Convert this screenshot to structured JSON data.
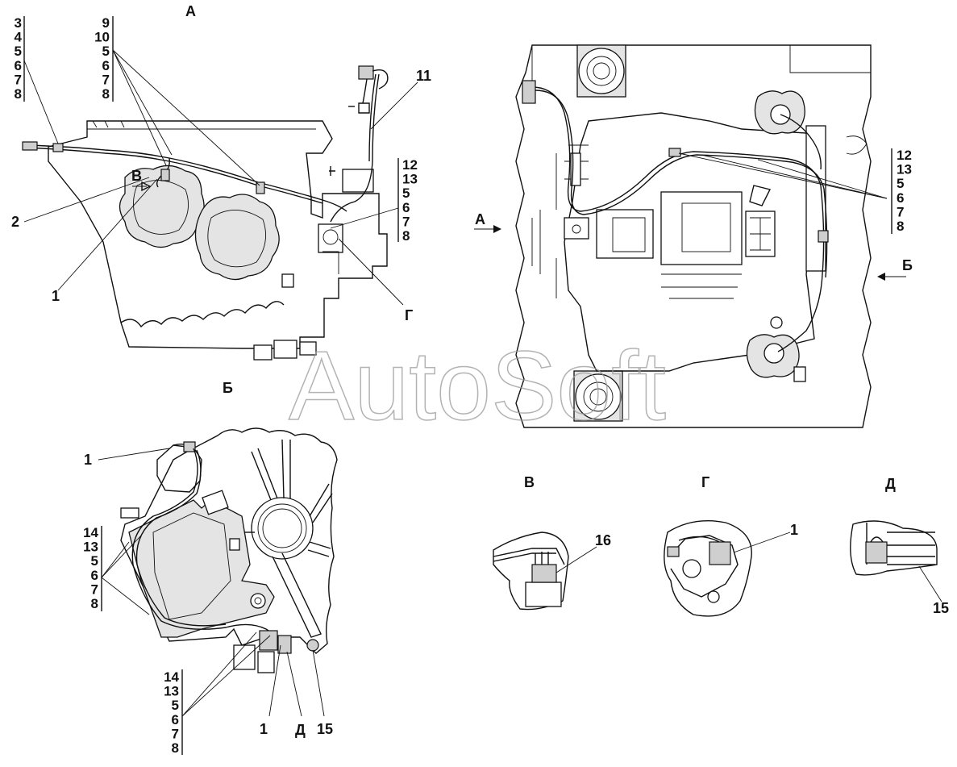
{
  "watermark": "AutoSoft",
  "views": {
    "A": "А",
    "B": "Б",
    "V": "В",
    "G": "Г",
    "D": "Д"
  },
  "label_stacks": {
    "top_left_1": [
      "3",
      "4",
      "5",
      "6",
      "7",
      "8"
    ],
    "top_left_2": [
      "9",
      "10",
      "5",
      "6",
      "7",
      "8"
    ],
    "top_left_right": [
      "12",
      "13",
      "5",
      "6",
      "7",
      "8"
    ],
    "top_right": [
      "12",
      "13",
      "5",
      "6",
      "7",
      "8"
    ],
    "bottom_left_mid": [
      "14",
      "13",
      "5",
      "6",
      "7",
      "8"
    ],
    "bottom_left_low": [
      "14",
      "13",
      "5",
      "6",
      "7",
      "8"
    ]
  },
  "callouts": {
    "n11": "11",
    "n2": "2",
    "n1_a": "1",
    "n1_b": "1",
    "n1_c": "1",
    "n1_g": "1",
    "n15_a": "15",
    "n15_d": "15",
    "n16": "16",
    "v_arrow": "В",
    "g_callout": "Г",
    "d_callout": "Д",
    "a_arrow": "А",
    "b_arrow": "Б"
  }
}
